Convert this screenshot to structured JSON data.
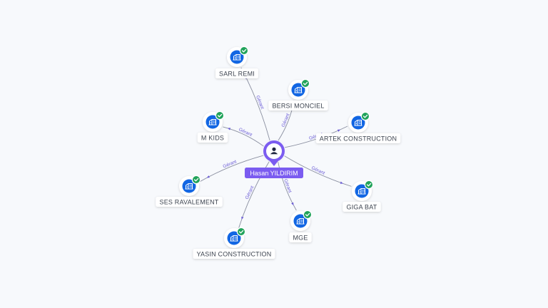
{
  "center": {
    "name": "Hasan YILDIRIM",
    "icon": "person-icon",
    "color": "#7b5cf0"
  },
  "edge_label": "Gérant",
  "colors": {
    "company_icon_bg": "#1266e3",
    "check_badge": "#21a35b",
    "edge": "#8a8fa0",
    "edge_label": "#6a5bd6"
  },
  "companies": [
    {
      "id": "sarl-remi",
      "name": "SARL REMI",
      "icon": "building-icon",
      "status": "check-icon"
    },
    {
      "id": "bersi-monciel",
      "name": "BERSI MONCIEL",
      "icon": "building-icon",
      "status": "check-icon"
    },
    {
      "id": "artek-construction",
      "name": "ARTEK CONSTRUCTION",
      "icon": "building-icon",
      "status": "check-icon"
    },
    {
      "id": "m-kids",
      "name": "M KIDS",
      "icon": "building-icon",
      "status": "check-icon"
    },
    {
      "id": "ses-ravalement",
      "name": "SES RAVALEMENT",
      "icon": "building-icon",
      "status": "check-icon"
    },
    {
      "id": "giga-bat",
      "name": "GIGA BAT",
      "icon": "building-icon",
      "status": "check-icon"
    },
    {
      "id": "mge",
      "name": "MGE",
      "icon": "building-icon",
      "status": "check-icon"
    },
    {
      "id": "yasin-construction",
      "name": "YASIN CONSTRUCTION",
      "icon": "building-icon",
      "status": "check-icon"
    }
  ]
}
